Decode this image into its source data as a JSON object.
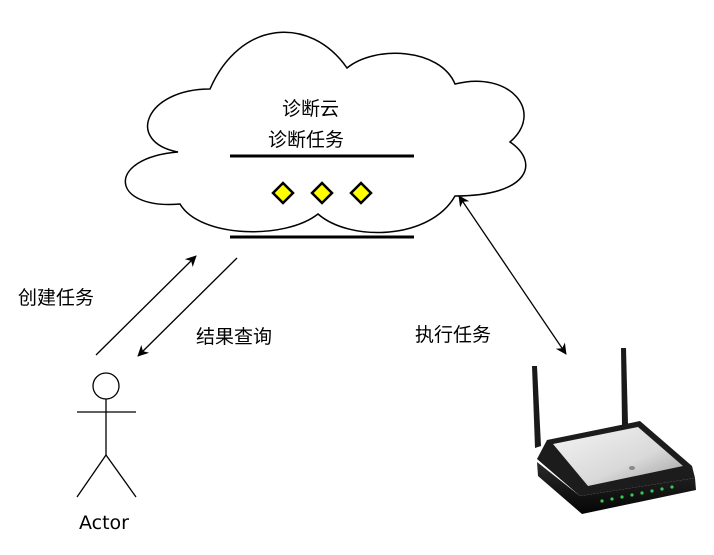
{
  "cloud": {
    "title": "诊断云",
    "subtitle": "诊断任务"
  },
  "edges": {
    "create_task": "创建任务",
    "query_result": "结果查询",
    "execute_task": "执行任务"
  },
  "actor": {
    "label": "Actor"
  },
  "colors": {
    "stroke": "#000000",
    "diamond_fill": "#ffff00",
    "background": "#ffffff"
  },
  "icons": {
    "cloud": "cloud-shape",
    "queue_items": "diamond-icon",
    "actor": "stick-figure-icon",
    "device": "wireless-router-icon"
  }
}
